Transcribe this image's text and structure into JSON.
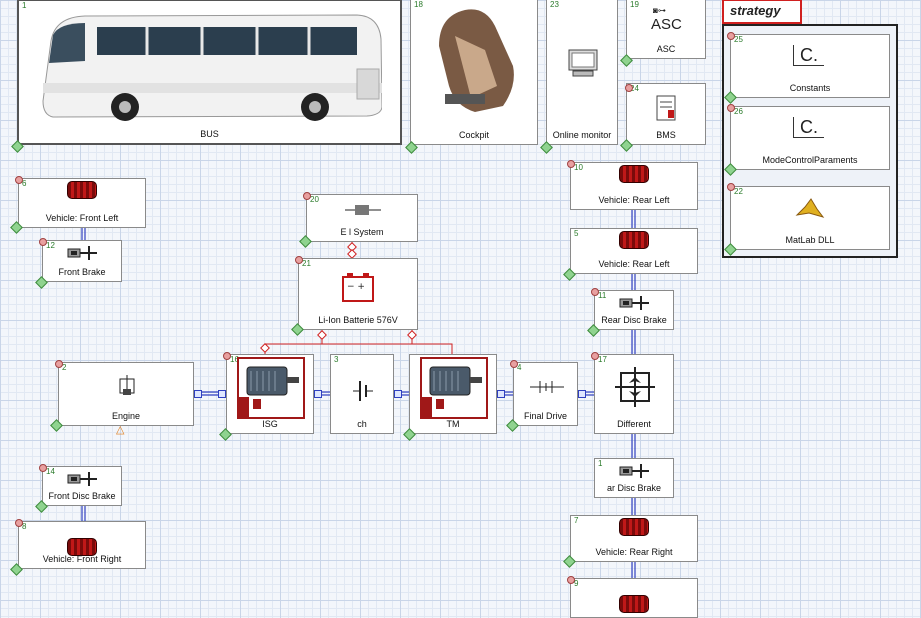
{
  "blocks": {
    "bus": {
      "num": "1",
      "label": "BUS"
    },
    "cockpit": {
      "num": "18",
      "label": "Cockpit"
    },
    "online_monitor": {
      "num": "23",
      "label": "Online monitor"
    },
    "asc": {
      "num": "19",
      "label": "ASC",
      "icon_text": "ASC"
    },
    "bms": {
      "num": "24",
      "label": "BMS"
    },
    "vehicle_front_left": {
      "num": "6",
      "label": "Vehicle: Front Left"
    },
    "front_brake_left": {
      "num": "12",
      "label": "Front     Brake"
    },
    "electrical_system": {
      "num": "20",
      "label": "E         l System"
    },
    "battery": {
      "num": "21",
      "label": "Li-Ion Batterie 576V"
    },
    "engine": {
      "num": "2",
      "label": "Engine"
    },
    "isg": {
      "num": "16",
      "label": "ISG"
    },
    "clutch": {
      "num": "3",
      "label": "     ch"
    },
    "tm": {
      "num": "",
      "label": "TM"
    },
    "final_drive": {
      "num": "4",
      "label": "Final Drive"
    },
    "differential": {
      "num": "17",
      "label": "Different"
    },
    "vehicle_rear_left_a": {
      "num": "10",
      "label": "Vehicle: Rear Left"
    },
    "vehicle_rear_left_b": {
      "num": "5",
      "label": "Vehicle: Rear Left"
    },
    "rear_disc_brake_top": {
      "num": "11",
      "label": "Rear Disc Brake"
    },
    "rear_disc_brake_bottom": {
      "num": "1",
      "label": "ar Disc Brake"
    },
    "vehicle_rear_right": {
      "num": "7",
      "label": "Vehicle: Rear Right"
    },
    "vehicle_rear_right_b": {
      "num": "9",
      "label": ""
    },
    "front_disc_brake": {
      "num": "14",
      "label": "Front Disc Brake"
    },
    "vehicle_front_right": {
      "num": "8",
      "label": "Vehicle: Front Right"
    }
  },
  "strategy": {
    "title": "strategy",
    "items": [
      {
        "num": "25",
        "label": "Constants",
        "icon_text": "C."
      },
      {
        "num": "26",
        "label": "ModeControlParaments",
        "icon_text": "C."
      },
      {
        "num": "22",
        "label": "MatLab DLL"
      }
    ]
  },
  "colors": {
    "wire_mech": "#2f3fbf",
    "wire_elec": "#d02020",
    "motor_frame": "#a01818"
  }
}
